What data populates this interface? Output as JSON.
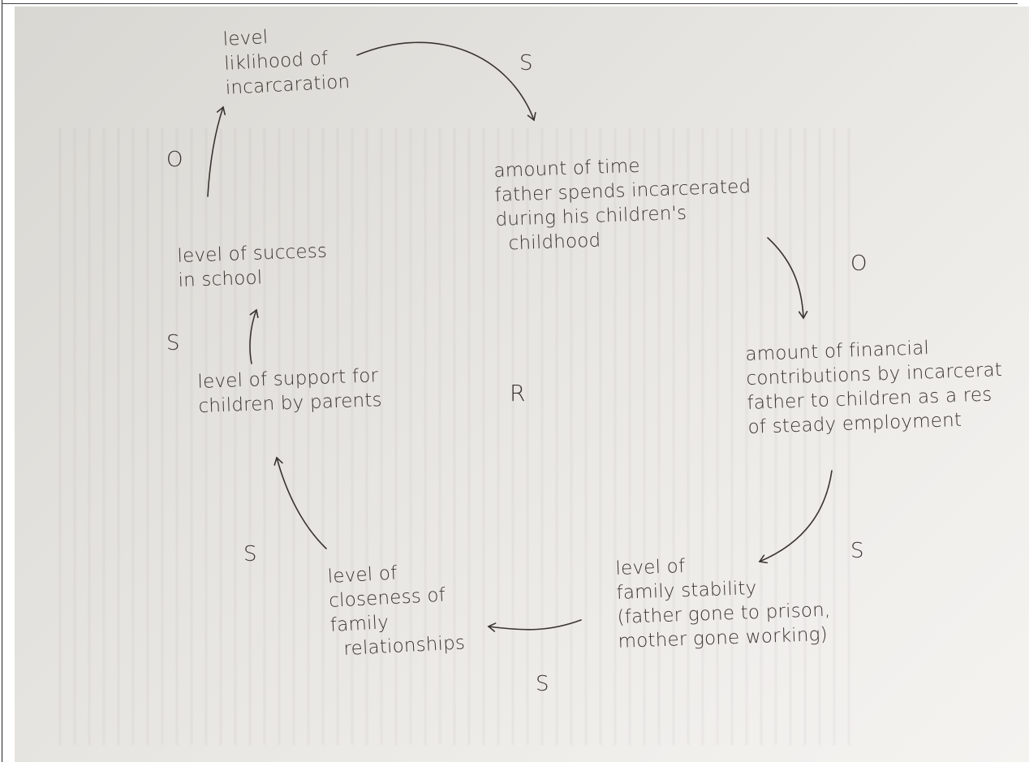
{
  "diagram": {
    "nodes": {
      "incarceration": "level\nliklihood of\nincarcaration",
      "time_incarcerated": "amount of time\nfather spends incarcerated\nduring his children's\n  childhood",
      "financial": "amount of financial\ncontributions by incarcerat\nfather to children as a res\nof steady employment",
      "stability": "level of\nfamily stability\n(father gone to prison,\nmother gone working)",
      "closeness": "level of\ncloseness of\nfamily\n  relationships",
      "support": "level of support for\nchildren by parents",
      "school": "level of success\nin school"
    },
    "polarities": {
      "incarceration_to_time": "S",
      "time_to_financial": "O",
      "financial_to_stability": "S",
      "stability_to_closeness": "S",
      "closeness_to_support": "S",
      "support_to_school": "S",
      "school_to_incarceration": "O"
    },
    "loop_label": "R",
    "colors": {
      "ink": "#3a3532",
      "paper": "#e6e4e0"
    }
  }
}
